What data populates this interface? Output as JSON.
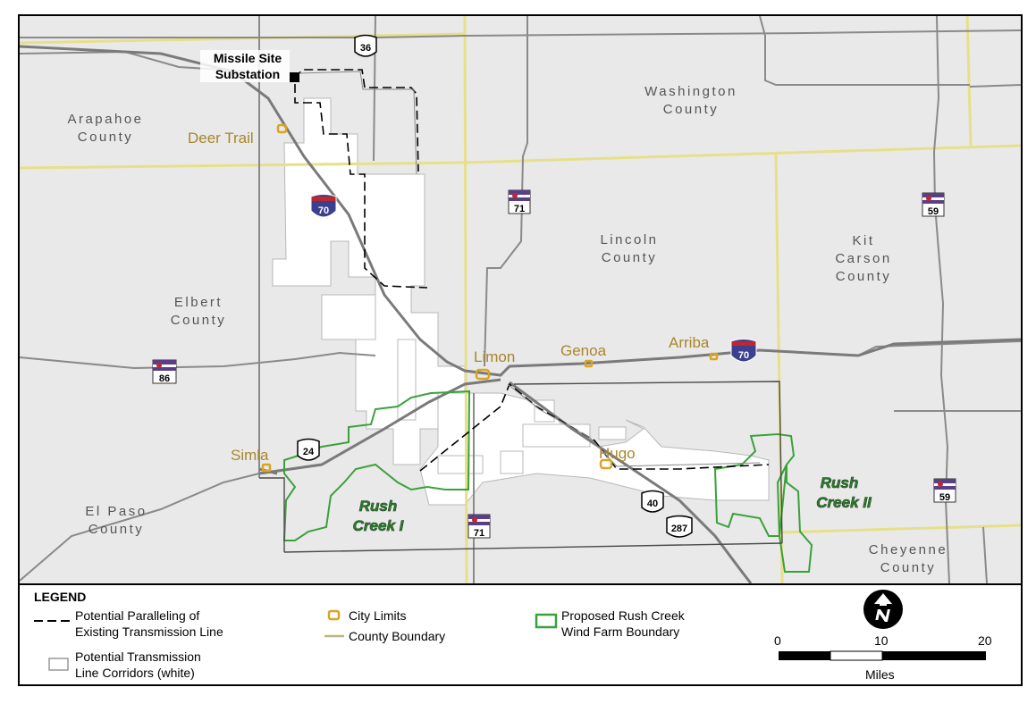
{
  "map": {
    "counties": {
      "arapahoe": [
        "Arapahoe",
        "County"
      ],
      "washington": [
        "Washington",
        "County"
      ],
      "elbert": [
        "Elbert",
        "County"
      ],
      "lincoln": [
        "Lincoln",
        "County"
      ],
      "kit_carson": [
        "Kit",
        "Carson",
        "County"
      ],
      "el_paso": [
        "El Paso",
        "County"
      ],
      "cheyenne": [
        "Cheyenne",
        "County"
      ]
    },
    "cities": {
      "deer_trail": "Deer Trail",
      "limon": "Limon",
      "genoa": "Genoa",
      "arriba": "Arriba",
      "hugo": "Hugo",
      "simla": "Simla"
    },
    "substation": [
      "Missile Site",
      "Substation"
    ],
    "wind_farms": {
      "rush_creek_1": [
        "Rush",
        "Creek I"
      ],
      "rush_creek_2": [
        "Rush",
        "Creek II"
      ]
    },
    "highways": {
      "us36": "36",
      "i70_a": "70",
      "i70_b": "70",
      "co71_a": "71",
      "co71_b": "71",
      "co59_a": "59",
      "co59_b": "59",
      "co86": "86",
      "us24": "24",
      "us40": "40",
      "us287": "287"
    }
  },
  "legend": {
    "title": "LEGEND",
    "paralleling": [
      "Potential Paralleling of",
      "Existing Transmission Line"
    ],
    "corridors": [
      "Potential Transmission",
      "Line Corridors (white)"
    ],
    "city_limits": "City Limits",
    "county_boundary": "County Boundary",
    "wind_farm": [
      "Proposed Rush Creek",
      "Wind Farm Boundary"
    ],
    "scale": {
      "ticks": [
        "0",
        "10",
        "20"
      ],
      "unit": "Miles"
    }
  },
  "colors": {
    "background": "#e9e9e9",
    "roads": "#8a8a8a",
    "county_line": "#e6e08a",
    "city": "#a8862c",
    "wind_farm": "#3aa13a",
    "interstate_blue": "#3b3f8f",
    "interstate_red": "#c0272d"
  }
}
